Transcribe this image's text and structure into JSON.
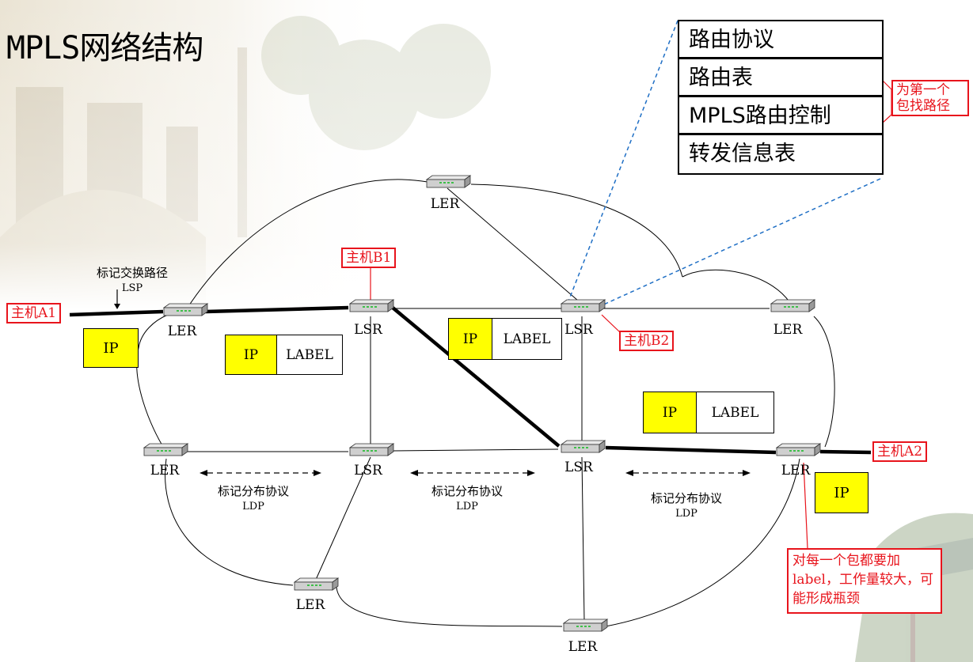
{
  "title": "MPLS网络结构",
  "stack": {
    "rows": [
      "路由协议",
      "路由表",
      "MPLS路由控制",
      "转发信息表"
    ]
  },
  "stack_note": "为第一个\n包找路径",
  "hosts": {
    "a1": "主机A1",
    "b1": "主机B1",
    "b2": "主机B2",
    "a2": "主机A2"
  },
  "lsp": {
    "label": "标记交换路径",
    "sub": "LSP"
  },
  "ldp": [
    {
      "label": "标记分布协议",
      "sub": "LDP"
    },
    {
      "label": "标记分布协议",
      "sub": "LDP"
    },
    {
      "label": "标记分布协议",
      "sub": "LDP"
    }
  ],
  "packets": {
    "ip": "IP",
    "label": "LABEL"
  },
  "nodes": {
    "ler": "LER",
    "lsr": "LSR"
  },
  "note": "对每一个包都要加label，工作量较大，可能形成瓶颈",
  "colors": {
    "highlight": "#ffff00",
    "annotation": "#e8141c",
    "dashed_link": "#1f6fc5"
  }
}
